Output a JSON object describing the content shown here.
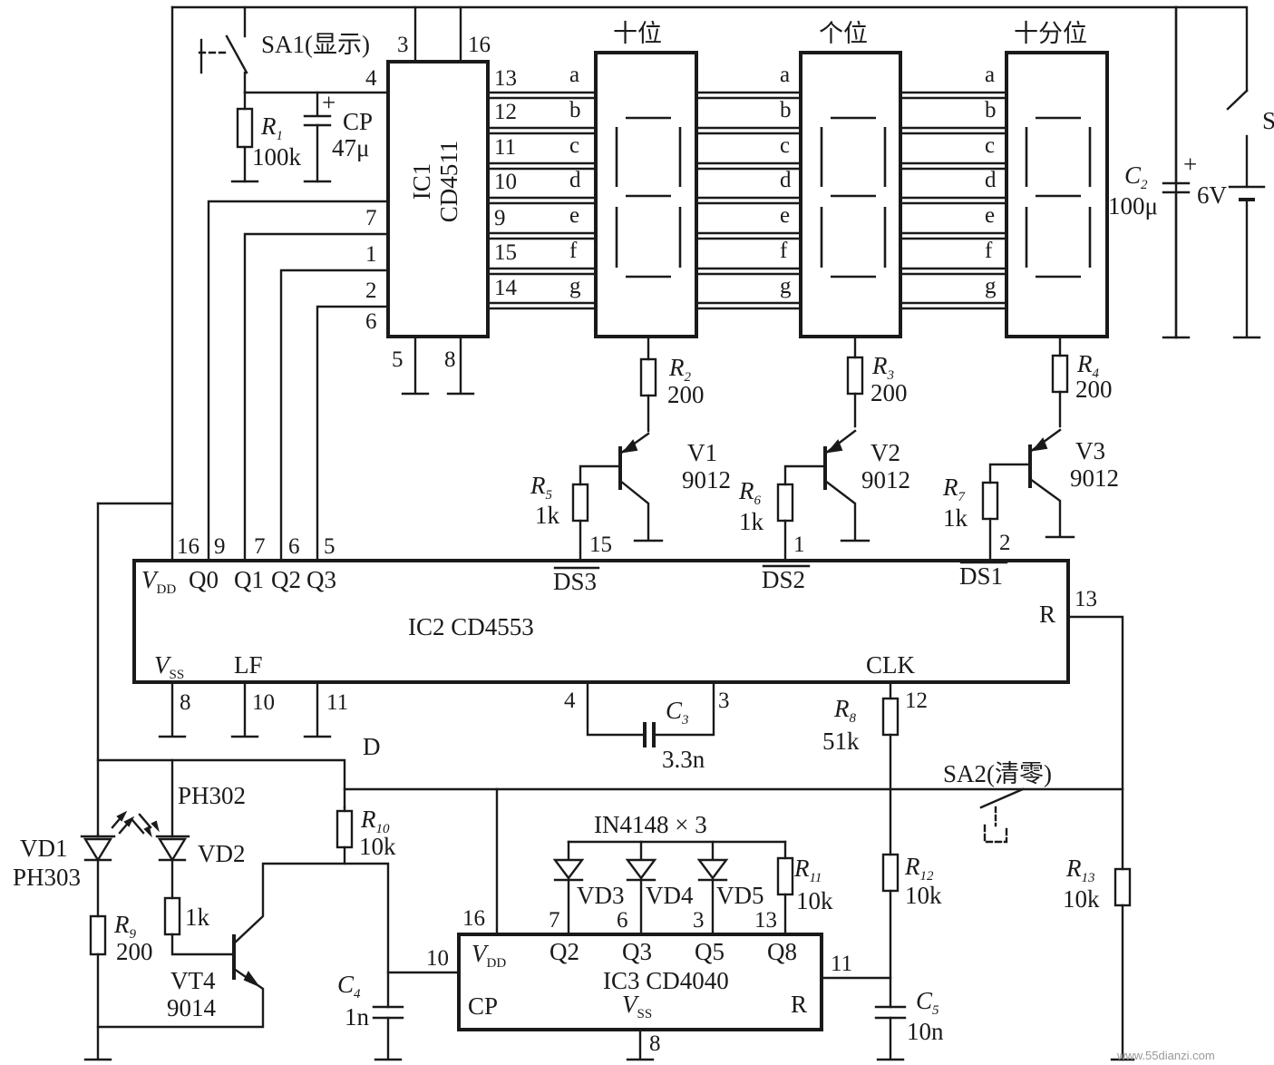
{
  "ic1": {
    "name": "IC1",
    "part": "CD4511",
    "pins": {
      "p3": "3",
      "p16": "16",
      "p4": "4",
      "p7": "7",
      "p1": "1",
      "p2": "2",
      "p6": "6",
      "p5": "5",
      "p8": "8",
      "p13": "13",
      "p12": "12",
      "p11": "11",
      "p10": "10",
      "p9": "9",
      "p15": "15",
      "p14": "14"
    }
  },
  "segments": [
    "a",
    "b",
    "c",
    "d",
    "e",
    "f",
    "g"
  ],
  "displays": {
    "tens": "十位",
    "ones": "个位",
    "tenths": "十分位"
  },
  "sa1": "SA1(显示)",
  "r1": {
    "name": "R",
    "sub": "1",
    "value": "100k"
  },
  "cp": {
    "name": "CP",
    "value": "47μ",
    "plus": "+"
  },
  "c2": {
    "name": "C",
    "sub": "2",
    "value": "100μ",
    "plus": "+"
  },
  "battery": "6V",
  "switch_s": "S",
  "r2": {
    "name": "R",
    "sub": "2",
    "value": "200"
  },
  "r3": {
    "name": "R",
    "sub": "3",
    "value": "200"
  },
  "r4": {
    "name": "R",
    "sub": "4",
    "value": "200"
  },
  "v1": {
    "name": "V1",
    "part": "9012"
  },
  "v2": {
    "name": "V2",
    "part": "9012"
  },
  "v3": {
    "name": "V3",
    "part": "9012"
  },
  "r5": {
    "name": "R",
    "sub": "5",
    "value": "1k"
  },
  "r6": {
    "name": "R",
    "sub": "6",
    "value": "1k"
  },
  "r7": {
    "name": "R",
    "sub": "7",
    "value": "1k"
  },
  "ic2": {
    "title": "IC2 CD4553",
    "top_pins": {
      "p16": "16",
      "p9": "9",
      "p7": "7",
      "p6": "6",
      "p5": "5",
      "p15": "15",
      "p1": "1",
      "p2": "2",
      "p13": "13"
    },
    "labels": {
      "vdd": "V",
      "vdd_sub": "DD",
      "q0": "Q0",
      "q1": "Q1",
      "q2": "Q2",
      "q3": "Q3",
      "ds3": "DS3",
      "ds2": "DS2",
      "ds1": "DS1",
      "r": "R",
      "vss": "V",
      "vss_sub": "SS",
      "lf": "LF",
      "clk": "CLK"
    },
    "bottom_pins": {
      "p8": "8",
      "p10": "10",
      "p11": "11",
      "p4": "4",
      "p3": "3",
      "p12": "12"
    }
  },
  "c3": {
    "name": "C",
    "sub": "3",
    "value": "3.3n"
  },
  "r8": {
    "name": "R",
    "sub": "8",
    "value": "51k"
  },
  "node_d": "D",
  "sa2": "SA2(清零)",
  "ph302": "PH302",
  "vd1": "VD1",
  "ph303": "PH303",
  "vd2": "VD2",
  "r10": {
    "name": "R",
    "sub": "10",
    "value": "10k"
  },
  "diodes_label": "IN4148 × 3",
  "vd3": "VD3",
  "vd4": "VD4",
  "vd5": "VD5",
  "r11": {
    "name": "R",
    "sub": "11",
    "value": "10k"
  },
  "r12": {
    "name": "R",
    "sub": "12",
    "value": "10k"
  },
  "r13": {
    "name": "R",
    "sub": "13",
    "value": "10k"
  },
  "r9": {
    "name": "R",
    "sub": "9",
    "value": "200"
  },
  "r_1k": "1k",
  "vt4": {
    "name": "VT4",
    "part": "9014"
  },
  "c4": {
    "name": "C",
    "sub": "4",
    "value": "1n"
  },
  "c5": {
    "name": "C",
    "sub": "5",
    "value": "10n"
  },
  "ic3": {
    "title": "IC3 CD4040",
    "pins": {
      "p16": "16",
      "p7": "7",
      "p6": "6",
      "p3": "3",
      "p13": "13",
      "p10": "10",
      "p11": "11",
      "p8": "8"
    },
    "labels": {
      "vdd": "V",
      "vdd_sub": "DD",
      "q2": "Q2",
      "q3": "Q3",
      "q5": "Q5",
      "q8": "Q8",
      "cp": "CP",
      "vss": "V",
      "vss_sub": "SS",
      "r": "R"
    }
  },
  "watermark": "www.55dianzi.com"
}
